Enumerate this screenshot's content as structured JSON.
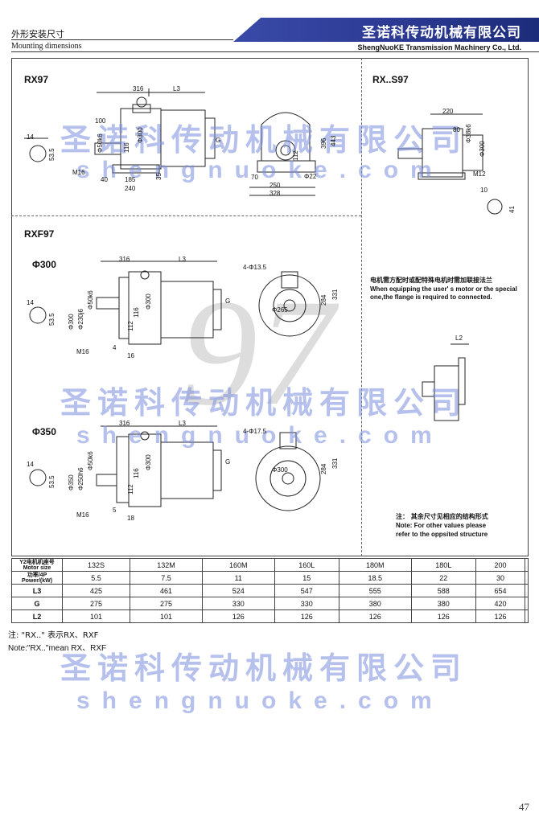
{
  "header": {
    "title_cn": "外形安装尺寸",
    "title_en": "Mounting dimensions",
    "company_cn": "圣诺科传动机械有限公司",
    "company_en": "ShengNuoKE Transmission Machinery Co., Ltd."
  },
  "watermark": {
    "cn": "圣诺科传动机械有限公司",
    "en": "shengnuoke.com",
    "number": "97"
  },
  "sections": {
    "rx97": "RX97",
    "rxs97": "RX..S97",
    "rxf97": "RXF97",
    "phi300": "Φ300",
    "phi350": "Φ350"
  },
  "dims": {
    "rx97": [
      "316",
      "L3",
      "100",
      "Φ50k6",
      "116",
      "Φ300",
      "G",
      "14",
      "53.5",
      "M16",
      "40",
      "185",
      "240",
      "35",
      "396",
      "443",
      "112",
      "Φ22",
      "70",
      "250",
      "328"
    ],
    "rxs97": [
      "220",
      "80",
      "Φ38k6",
      "Φ300",
      "M12",
      "10",
      "41"
    ],
    "rxf300": [
      "316",
      "L3",
      "4-Φ13.5",
      "Φ300",
      "Φ230j6",
      "Φ50k6",
      "116",
      "Φ300",
      "G",
      "284",
      "331",
      "Φ265",
      "14",
      "53.5",
      "112",
      "M16",
      "4",
      "16"
    ],
    "rxf350": [
      "316",
      "L3",
      "4-Φ17.5",
      "Φ350",
      "Φ250h6",
      "Φ50k6",
      "116",
      "Φ300",
      "G",
      "284",
      "331",
      "Φ300",
      "14",
      "53.5",
      "112",
      "M16",
      "5",
      "18"
    ],
    "l2": "L2"
  },
  "notes": {
    "flange_cn": "电机需方配时或配特殊电机时需加联接法兰",
    "flange_en_1": "When equipping the user' s motor or the special",
    "flange_en_2": "one,the flange is required to connected.",
    "other_cn": "注： 其余尺寸见相应的结构形式",
    "other_en_1": "Note: For other values please",
    "other_en_2": "refer to the oppsited structure"
  },
  "table": {
    "header_lines": [
      "Y2电机机座号",
      "Motor size",
      "功率/4P",
      "Power/(kW)"
    ],
    "motor_sizes": [
      "132S",
      "132M",
      "160M",
      "160L",
      "180M",
      "180L",
      "200"
    ],
    "power": [
      "5.5",
      "7.5",
      "11",
      "15",
      "18.5",
      "22",
      "30"
    ],
    "rows": [
      {
        "label": "L3",
        "values": [
          "425",
          "461",
          "524",
          "547",
          "555",
          "588",
          "654"
        ]
      },
      {
        "label": "G",
        "values": [
          "275",
          "275",
          "330",
          "330",
          "380",
          "380",
          "420"
        ]
      },
      {
        "label": "L2",
        "values": [
          "101",
          "101",
          "126",
          "126",
          "126",
          "126",
          "126"
        ]
      }
    ]
  },
  "footer": {
    "note_cn": "注: \"RX..\" 表示RX、RXF",
    "note_en": "Note:\"RX..\"mean RX、RXF",
    "page": "47"
  }
}
